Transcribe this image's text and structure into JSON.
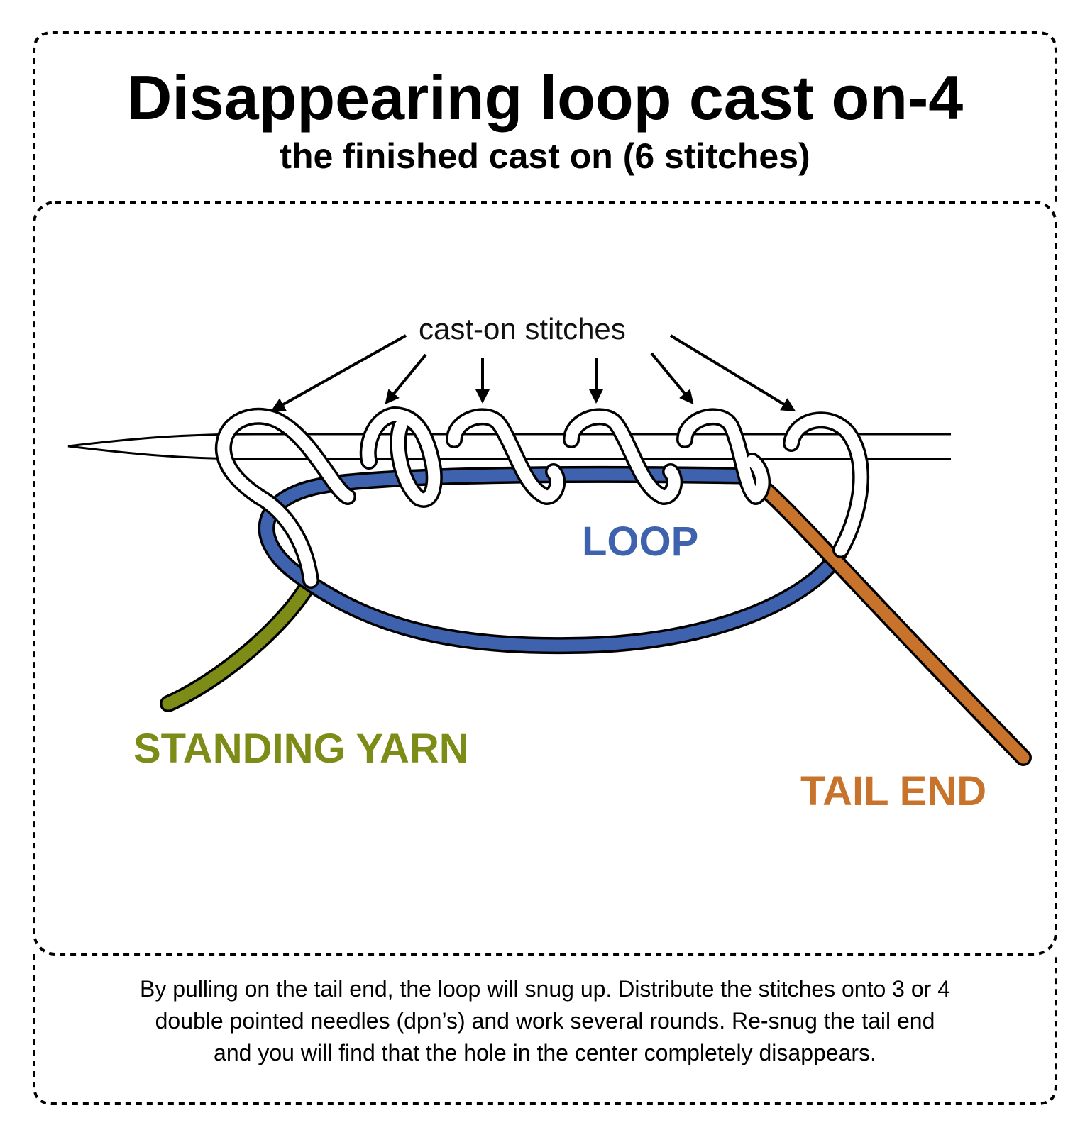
{
  "title": "Disappearing loop cast on-4",
  "subtitle": "the finished cast on (6 stitches)",
  "labels": {
    "stitches": "cast-on stitches",
    "loop": "LOOP",
    "standing": "STANDING YARN",
    "tail": "TAIL END"
  },
  "caption": {
    "line1": "By pulling on the tail end, the loop will snug up.  Distribute the stitches onto 3 or 4",
    "line2": "double pointed needles (dpn’s) and work several rounds.  Re-snug the tail end",
    "line3": "and you will find that the hole in the center completely disappears."
  },
  "colors": {
    "loop": "#3e62ad",
    "standing": "#7d8b17",
    "tail": "#c8732b",
    "outline": "#000000"
  },
  "stitch_count": 6
}
